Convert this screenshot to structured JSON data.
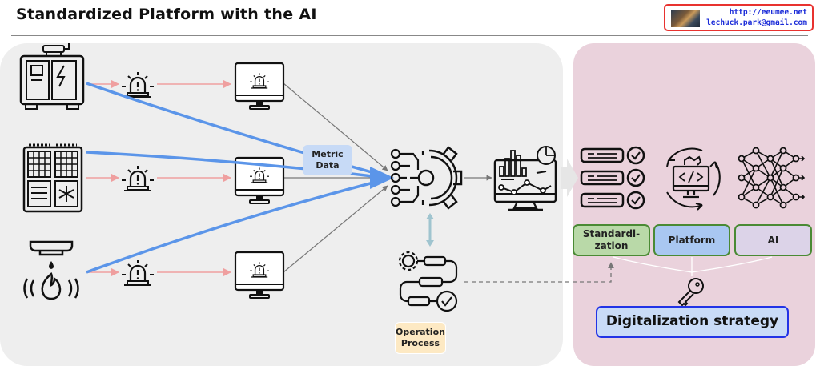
{
  "header": {
    "title": "Standardized Platform with the AI",
    "contact": {
      "url": "http://eeumee.net",
      "email": "lechuck.park@gmail.com"
    }
  },
  "sources": [
    {
      "name": "generator",
      "icon": "generator-icon"
    },
    {
      "name": "hvac-unit",
      "icon": "hvac-unit-icon"
    },
    {
      "name": "fire-sensor",
      "icon": "fire-sensor-icon"
    }
  ],
  "labels": {
    "metric_data": "Metric Data",
    "metric_line1": "Metric",
    "metric_line2": "Data",
    "operation_line1": "Operation",
    "operation_line2": "Process"
  },
  "strategy": {
    "categories": [
      {
        "line1": "Standardi-",
        "line2": "zation"
      },
      {
        "line1": "Platform"
      },
      {
        "line1": "AI"
      }
    ],
    "key_label": "Digitalization strategy"
  },
  "colors": {
    "left_panel": "#eeeeee",
    "right_panel": "#ead2dc",
    "data_flow": "#5b95e9",
    "alert_flow": "#ef9f9f",
    "standardization": "#b9d9a8",
    "platform": "#a9c7f1",
    "ai": "#dcd3e8",
    "strategy_border": "#2233e6"
  }
}
